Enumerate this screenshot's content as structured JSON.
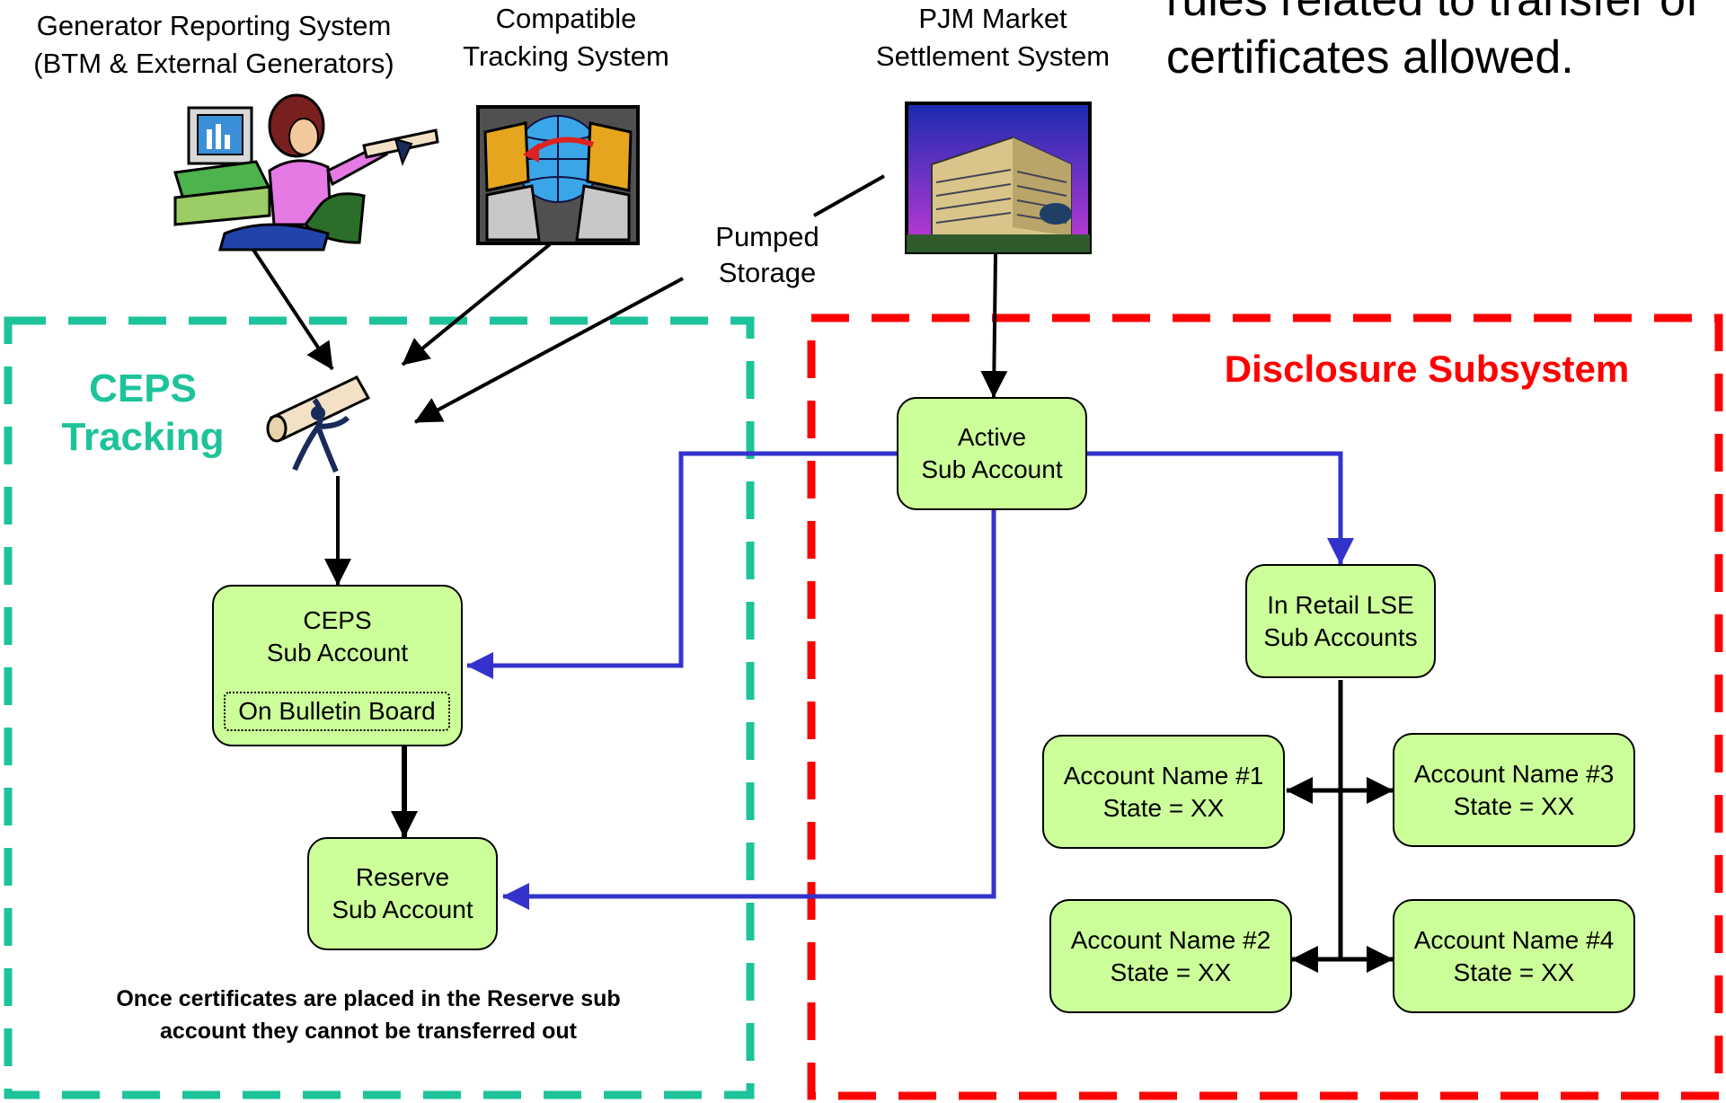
{
  "sources": {
    "generator_reporting": [
      "Generator Reporting System",
      "(BTM & External Generators)"
    ],
    "compatible_tracking": [
      "Compatible",
      "Tracking System"
    ],
    "pjm_settlement": [
      "PJM Market",
      "Settlement System"
    ],
    "pumped_storage": [
      "Pumped",
      "Storage"
    ]
  },
  "top_note": [
    "rules related to transfer of",
    "certificates allowed."
  ],
  "regions": {
    "ceps_tracking": {
      "title": [
        "CEPS",
        "Tracking"
      ],
      "color": "#1dc39a"
    },
    "disclosure": {
      "title": "Disclosure Subsystem",
      "color": "#ff0000"
    }
  },
  "boxes": {
    "active": [
      "Active",
      "Sub Account"
    ],
    "ceps": [
      "CEPS",
      "Sub Account"
    ],
    "bulletin": "On Bulletin Board",
    "reserve": [
      "Reserve",
      "Sub Account"
    ],
    "retail": [
      "In Retail LSE",
      "Sub Accounts"
    ],
    "acct1": [
      "Account Name #1",
      "State = XX"
    ],
    "acct2": [
      "Account Name #2",
      "State = XX"
    ],
    "acct3": [
      "Account Name #3",
      "State = XX"
    ],
    "acct4": [
      "Account Name #4",
      "State = XX"
    ]
  },
  "reserve_note": [
    "Once certificates are placed in the Reserve sub",
    "account they cannot be transferred out"
  ],
  "colors": {
    "box_fill": "#ccff99",
    "flow_blue": "#3333cc",
    "arrow_black": "#000000"
  },
  "icons": {
    "generator": "person-at-computer-icon",
    "tracking": "computers-exchange-icon",
    "settlement": "office-building-icon",
    "certificate": "certificate-scroll-icon"
  }
}
